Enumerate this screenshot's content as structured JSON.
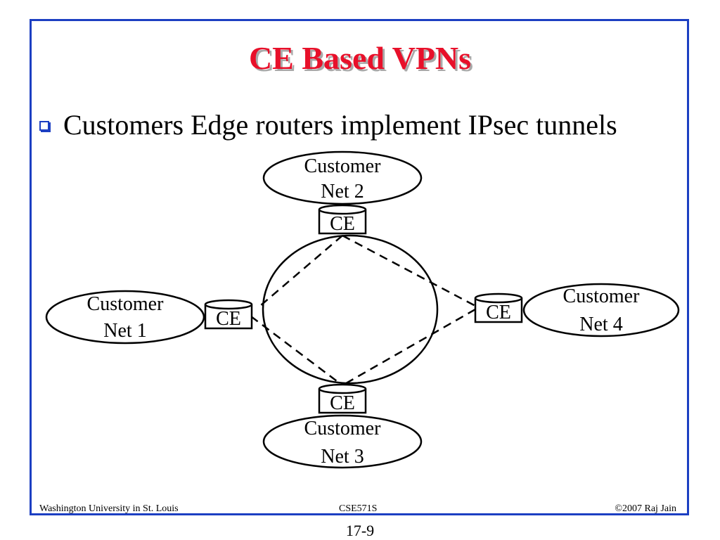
{
  "slide": {
    "title": "CE Based VPNs",
    "bullet": "Customers Edge routers implement IPsec tunnels",
    "footer_left": "Washington University in St. Louis",
    "footer_center": "CSE571S",
    "footer_right": "©2007 Raj Jain",
    "page_number": "17-9"
  },
  "diagram": {
    "customer_nets": [
      {
        "line1": "Customer",
        "line2": "Net 1"
      },
      {
        "line1": "Customer",
        "line2": "Net 2"
      },
      {
        "line1": "Customer",
        "line2": "Net 3"
      },
      {
        "line1": "Customer",
        "line2": "Net 4"
      }
    ],
    "router_label": "CE"
  },
  "colors": {
    "frame": "#1c3fc2",
    "title": "#e8102a",
    "title_shadow": "#a9a9a9",
    "bullet": "#1c3fc2",
    "lines": "#000000"
  }
}
